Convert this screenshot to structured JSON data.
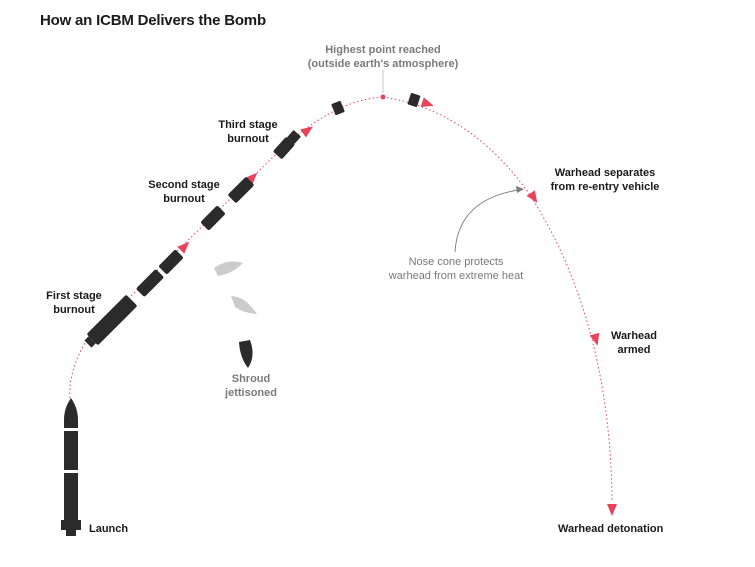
{
  "title": "How an ICBM Delivers the Bomb",
  "labels": {
    "highest_line1": "Highest point reached",
    "highest_line2": "(outside earth's atmosphere)",
    "third_line1": "Third stage",
    "third_line2": "burnout",
    "second_line1": "Second stage",
    "second_line2": "burnout",
    "first_line1": "First stage",
    "first_line2": "burnout",
    "shroud_line1": "Shroud",
    "shroud_line2": "jettisoned",
    "launch": "Launch",
    "separates_line1": "Warhead separates",
    "separates_line2": "from re-entry vehicle",
    "nose_line1": "Nose cone protects",
    "nose_line2": "warhead from extreme heat",
    "armed_line1": "Warhead",
    "armed_line2": "armed",
    "detonation": "Warhead detonation"
  },
  "colors": {
    "trajectory": "#e8435a",
    "rocket": "#2b2b2b",
    "shroud_light": "#cccccc",
    "shroud_dark": "#2b2b2b",
    "annotation_gray": "#7a7a7a",
    "text_dark": "#1a1a1a"
  }
}
